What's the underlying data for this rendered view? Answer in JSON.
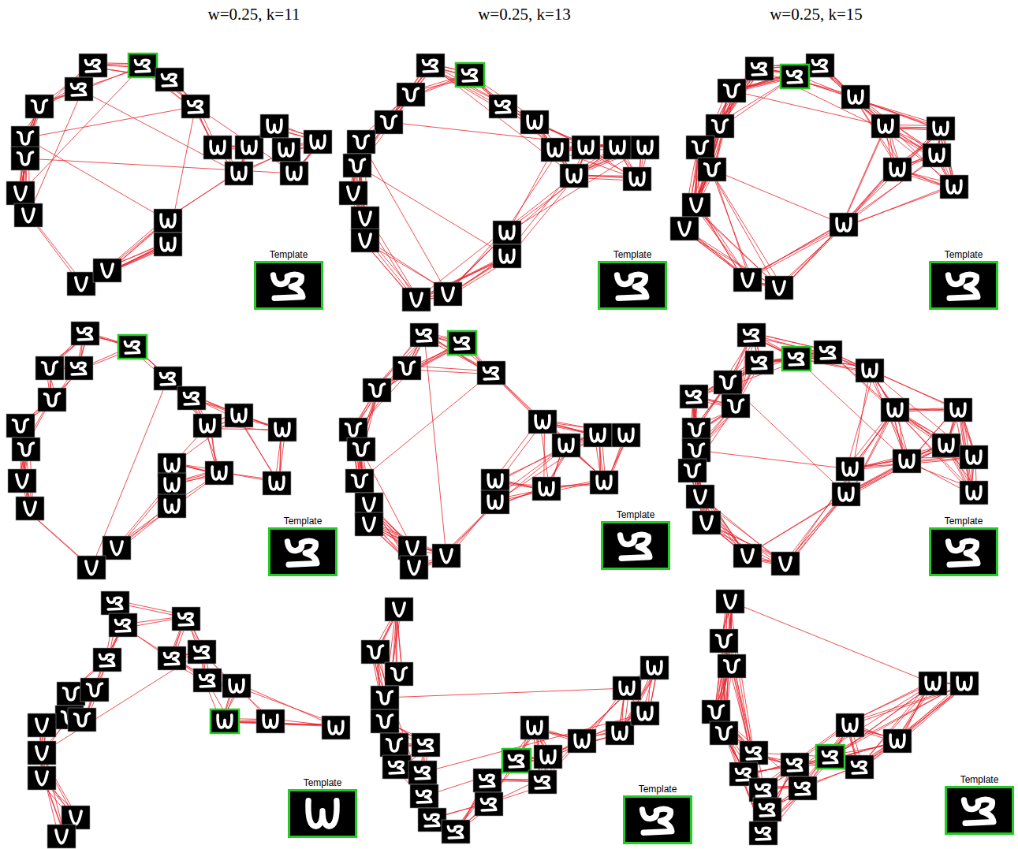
{
  "diagram": {
    "nodes": [
      {
        "text": [
          "Template"
        ]
      },
      {
        "text": [
          "Template"
        ]
      },
      {
        "text": [
          "Template"
        ]
      },
      {
        "text": [
          "Template"
        ]
      },
      {
        "text": [
          "Template"
        ]
      },
      {
        "text": [
          "Template"
        ]
      },
      {
        "text": [
          "Template"
        ]
      },
      {
        "text": [
          "Template"
        ]
      },
      {
        "text": [
          "Template"
        ]
      }
    ],
    "labels": [
      "w=0.25, k=11",
      "w=0.25, k=13",
      "w=0.25, k=15"
    ]
  }
}
